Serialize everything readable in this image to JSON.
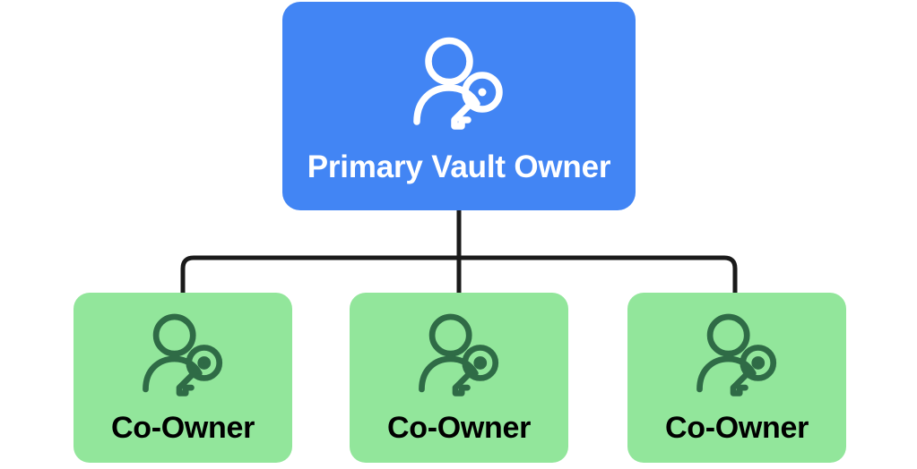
{
  "diagram": {
    "type": "hierarchy-tree",
    "background_color": "#ffffff",
    "connector_color": "#1a1a1a",
    "root": {
      "label": "Primary Vault Owner",
      "fill_color": "#4285f4",
      "text_color": "#ffffff",
      "icon": "person-with-key-icon",
      "icon_color": "#ffffff"
    },
    "children": [
      {
        "label": "Co-Owner",
        "fill_color": "#92e69b",
        "text_color": "#000000",
        "icon": "person-with-key-icon",
        "icon_color": "#2f6b46"
      },
      {
        "label": "Co-Owner",
        "fill_color": "#92e69b",
        "text_color": "#000000",
        "icon": "person-with-key-icon",
        "icon_color": "#2f6b46"
      },
      {
        "label": "Co-Owner",
        "fill_color": "#92e69b",
        "text_color": "#000000",
        "icon": "person-with-key-icon",
        "icon_color": "#2f6b46"
      }
    ]
  }
}
